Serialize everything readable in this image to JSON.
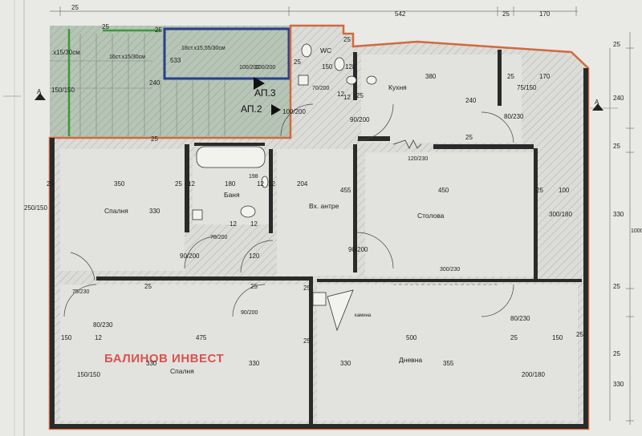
{
  "colors": {
    "paper": "#e9e9e6",
    "hatch_fill": "#d8d8d4",
    "wall": "#2a2a2a",
    "outline_red": "#d2693f",
    "outline_blue": "#27408b",
    "outline_green": "#3a9a3a",
    "stair_bg": "#b9c6b8",
    "brand": "#d9534f"
  },
  "icons": [
    "toilet-icon",
    "sink-icon",
    "bathtub-icon",
    "stove-icon",
    "fireplace-icon",
    "door-swing-icon",
    "section-arrow-icon",
    "direction-arrow-icon"
  ],
  "rooms": {
    "wc": "WC",
    "kitchen": "Кухня",
    "bath": "Баня",
    "bedroom1": "Спалня",
    "hall": "Вх. антре",
    "dining": "Столова",
    "bedroom2": "Спалня",
    "living": "Дневна",
    "fireplace": "камина"
  },
  "apartments": {
    "ap3": "АП.3",
    "ap2": "АП.2"
  },
  "stairs": {
    "left": ".x15/30см",
    "middle": "16ст.х15/30см",
    "right": "18ст.х15,55/30см"
  },
  "section_marks": {
    "left": "A",
    "right": "A"
  },
  "brand": "БАЛИНОВ ИНВЕСТ",
  "dimensions": {
    "top_25": "25",
    "top_542": "542",
    "top_25b": "25",
    "top_170": "170",
    "r_25a": "25",
    "r_240": "240",
    "r_25b": "25",
    "r_330a": "330",
    "r_1000": "1000",
    "r_25c": "25",
    "r_25d": "25",
    "r_330b": "330",
    "s_533": "533",
    "s_240": "240",
    "s_25": "25",
    "s_25b": "25",
    "door_wc": "100/200",
    "door_wc2": "100/200",
    "wc_150": "150",
    "wc_128": "128",
    "wc_25": "25",
    "wc_25b": "25",
    "wc_70": "70/200",
    "wc_12": "12",
    "win_left": "150/150",
    "ap2_door": "100/200",
    "k_380": "380",
    "k_25": "25",
    "k_170": "170",
    "k_75": "75/150",
    "k_240": "240",
    "k_25b": "25",
    "k_door": "90/200",
    "k_win": "80/230",
    "arch": "120/230",
    "k_25c": "25",
    "k_12": "12",
    "b_25": "25",
    "b_25b": "25",
    "b_350": "350",
    "b_25c": "25",
    "b_12": "12",
    "b_180": "180",
    "b_12b": "12",
    "b_198": "198",
    "b_12c": "12",
    "b_204": "204",
    "b_455": "455",
    "b_450": "450",
    "b_25d": "25",
    "b_100": "100",
    "win_250": "250/150",
    "b_330": "330",
    "bath_70": "70/200",
    "bath_12": "12",
    "bath_12b": "12",
    "dining_win": "300/180",
    "bed_door": "90/200",
    "b_120": "120",
    "hall_door": "90/200",
    "din_arch": "300/230",
    "bed_75": "75/230",
    "b_25e": "25",
    "b_25f": "25",
    "b_25g": "25",
    "liv_door": "90/200",
    "win_80l": "80/230",
    "win_80r": "80/230",
    "l_150": "150",
    "l_12": "12",
    "l_475": "475",
    "l_25": "25",
    "l_500": "500",
    "l_25b": "25",
    "l_150b": "150",
    "l_25c": "25",
    "bed2_330": "330",
    "bed2_330b": "330",
    "liv_330": "330",
    "liv_355": "355",
    "win_150b": "150/150",
    "win_200": "200/180"
  }
}
